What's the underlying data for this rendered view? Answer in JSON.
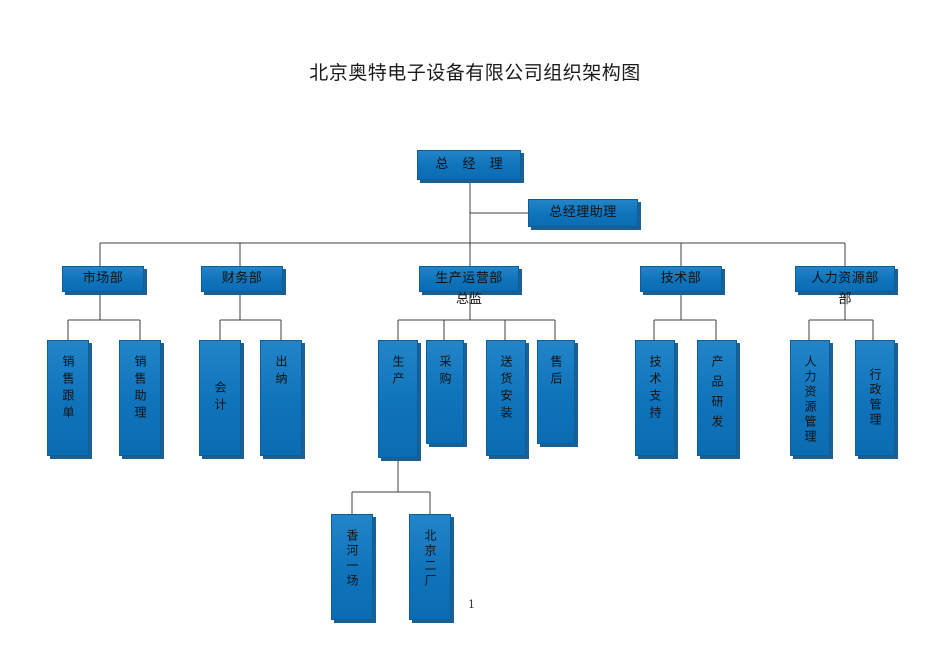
{
  "document": {
    "title": "北京奥特电子设备有限公司组织架构图",
    "page_number": "1"
  },
  "theme": {
    "box_fill": "#1179c0",
    "box_fill_light": "#2285c9",
    "box_fill_dark": "#0c6cb2",
    "box_border": "#0b5e9c",
    "box_shadow": "#1c5f91",
    "connector_line": "#3f3f3f",
    "text_color": "#111111",
    "background": "#ffffff"
  },
  "org_chart": {
    "type": "org-hierarchy",
    "levels": 4,
    "nodes": {
      "general_manager": {
        "label": "总 经 理"
      },
      "gm_assistant": {
        "label": "总经理助理"
      },
      "departments": [
        {
          "label": "市场部",
          "overflow": ""
        },
        {
          "label": "财务部",
          "overflow": ""
        },
        {
          "label": "生产运营部",
          "overflow": "总监"
        },
        {
          "label": "技术部",
          "overflow": ""
        },
        {
          "label": "人力资源部",
          "overflow": "部"
        }
      ],
      "sales_children": [
        {
          "label": "销售跟单"
        },
        {
          "label": "销售助理"
        }
      ],
      "finance_children": [
        {
          "label": "会计"
        },
        {
          "label": "出纳"
        }
      ],
      "operations_children": [
        {
          "label": "生产"
        },
        {
          "label": "采购"
        },
        {
          "label": "送货安装"
        },
        {
          "label": "售后"
        }
      ],
      "tech_children": [
        {
          "label": "技术支持"
        },
        {
          "label": "产品研发"
        }
      ],
      "hr_children": [
        {
          "label": "人力资源管理"
        },
        {
          "label": "行政管理"
        }
      ],
      "production_children": [
        {
          "label": "香河一场"
        },
        {
          "label": "北京二厂"
        }
      ]
    }
  }
}
